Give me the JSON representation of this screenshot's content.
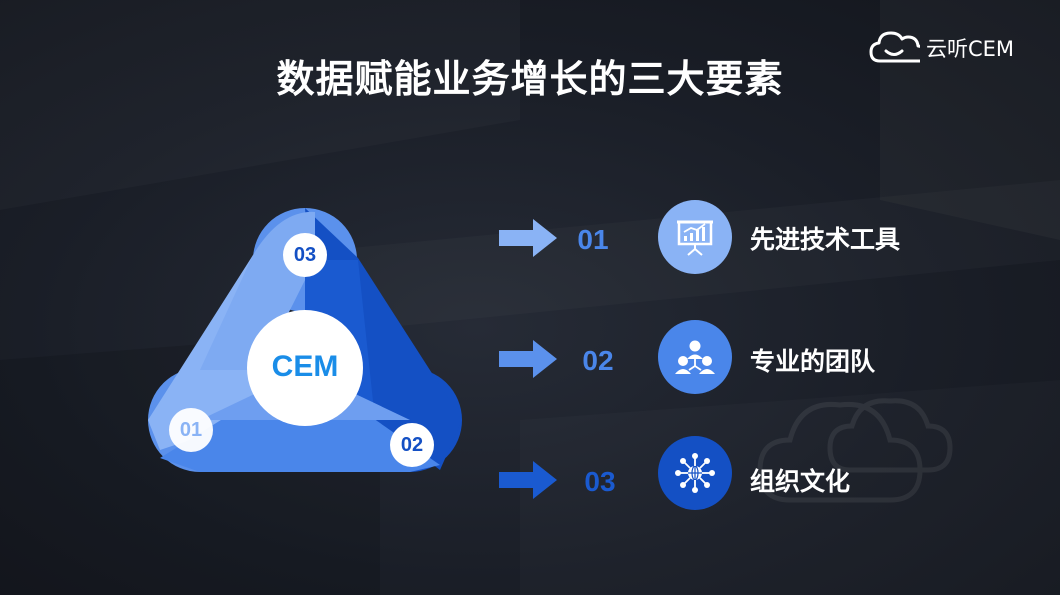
{
  "title": "数据赋能业务增长的三大要素",
  "logo": {
    "text": "云听CEM"
  },
  "diagram": {
    "center_label": "CEM",
    "petals": [
      "01",
      "02",
      "03"
    ]
  },
  "items": [
    {
      "number": "01",
      "label": "先进技术工具",
      "icon": "presentation-chart-icon"
    },
    {
      "number": "02",
      "label": "专业的团队",
      "icon": "team-icon"
    },
    {
      "number": "03",
      "label": "组织文化",
      "icon": "network-globe-icon"
    }
  ],
  "colors": {
    "light_blue": "#8ab3f5",
    "mid_blue": "#4a86ea",
    "dark_blue": "#1450c4"
  }
}
